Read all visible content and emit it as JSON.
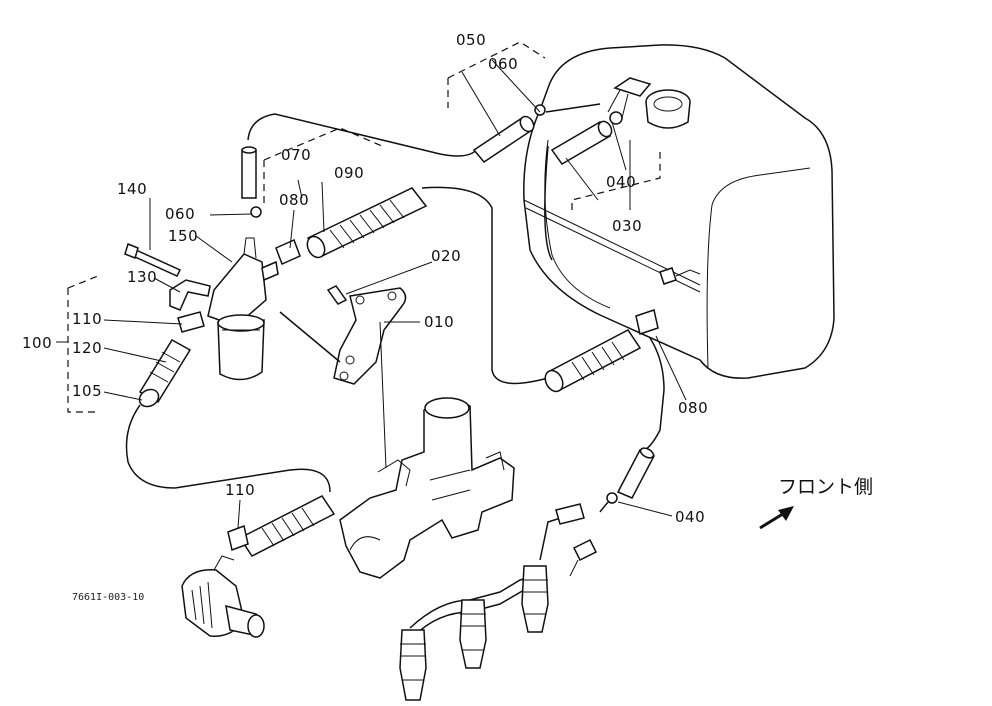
{
  "labels": [
    {
      "id": "l050",
      "text": "050"
    },
    {
      "id": "l060a",
      "text": "060"
    },
    {
      "id": "l070",
      "text": "070"
    },
    {
      "id": "l090",
      "text": "090"
    },
    {
      "id": "l040a",
      "text": "040"
    },
    {
      "id": "l030",
      "text": "030"
    },
    {
      "id": "l140",
      "text": "140"
    },
    {
      "id": "l060b",
      "text": "060"
    },
    {
      "id": "l080a",
      "text": "080"
    },
    {
      "id": "l150",
      "text": "150"
    },
    {
      "id": "l020",
      "text": "020"
    },
    {
      "id": "l130",
      "text": "130"
    },
    {
      "id": "l110a",
      "text": "110"
    },
    {
      "id": "l010",
      "text": "010"
    },
    {
      "id": "l100",
      "text": "100"
    },
    {
      "id": "l120",
      "text": "120"
    },
    {
      "id": "l105",
      "text": "105"
    },
    {
      "id": "l080b",
      "text": "080"
    },
    {
      "id": "l110b",
      "text": "110"
    },
    {
      "id": "l040b",
      "text": "040"
    }
  ],
  "front_label": "フロント側",
  "figure_code": "7661I-003-10",
  "icons": [
    "front-direction-arrow-icon"
  ]
}
